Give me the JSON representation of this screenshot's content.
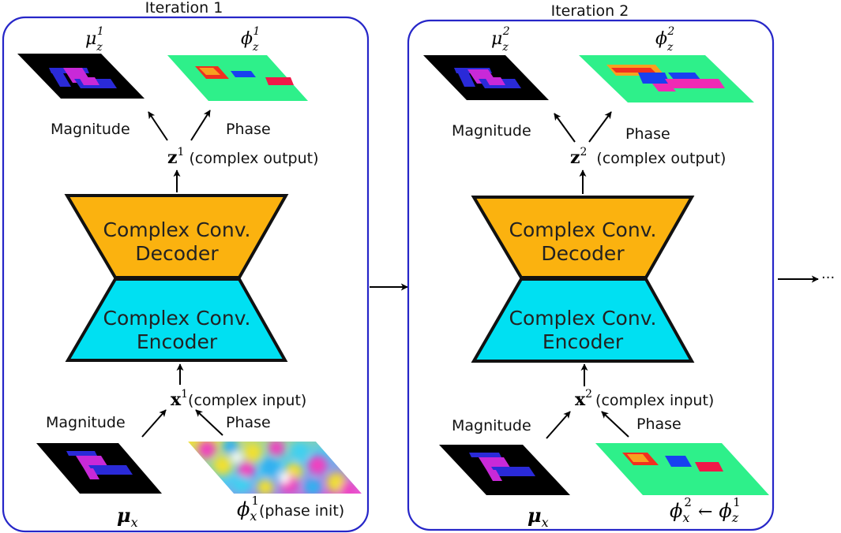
{
  "colors": {
    "frame": "#2626c8",
    "decoder": "#fbb20f",
    "encoder": "#00e0f2",
    "block_border": "#111111",
    "phase_bg": "#2ef08a",
    "mag_bg": "#000000",
    "mag_blue": "#2a2ad8",
    "mag_purple": "#c829d8",
    "phase_blue": "#1840f0",
    "phase_red": "#f01848",
    "phase_magenta": "#f02ab4",
    "phase_orange": "#f88a10"
  },
  "panels": [
    {
      "title": "Iteration 1",
      "mag_out_base": "μ",
      "mag_out_sub": "z",
      "mag_out_sup": "1",
      "phase_out_base": "ϕ",
      "phase_out_sub": "z",
      "phase_out_sup": "1",
      "magnitude_label": "Magnitude",
      "phase_label": "Phase",
      "z_base": "z",
      "z_sup": "1",
      "z_desc": " (complex output)",
      "decoder_line1": "Complex Conv.",
      "decoder_line2": "Decoder",
      "encoder_line1": "Complex Conv.",
      "encoder_line2": "Encoder",
      "x_base": "x",
      "x_sup": "1",
      "x_desc": "(complex input)",
      "in_magnitude_label": "Magnitude",
      "in_phase_label": "Phase",
      "mu_x_base": "μ",
      "mu_x_sub": "x",
      "phase_in_base": "ϕ",
      "phase_in_sub": "x",
      "phase_in_sup": "1",
      "phase_in_desc": "(phase init)",
      "phase_in_arrow": "",
      "phase_in_rhs_base": "",
      "phase_in_rhs_sub": "",
      "phase_in_rhs_sup": ""
    },
    {
      "title": "Iteration 2",
      "mag_out_base": "μ",
      "mag_out_sub": "z",
      "mag_out_sup": "2",
      "phase_out_base": "ϕ",
      "phase_out_sub": "z",
      "phase_out_sup": "2",
      "magnitude_label": "Magnitude",
      "phase_label": "Phase",
      "z_base": "z",
      "z_sup": "2",
      "z_desc": "(complex output)",
      "decoder_line1": "Complex Conv.",
      "decoder_line2": "Decoder",
      "encoder_line1": "Complex Conv.",
      "encoder_line2": "Encoder",
      "x_base": "x",
      "x_sup": "2",
      "x_desc": "(complex input)",
      "in_magnitude_label": "Magnitude",
      "in_phase_label": "Phase",
      "mu_x_base": "μ",
      "mu_x_sub": "x",
      "phase_in_base": "ϕ",
      "phase_in_sub": "x",
      "phase_in_sup": "2",
      "phase_in_desc": "",
      "phase_in_arrow": "←",
      "phase_in_rhs_base": "ϕ",
      "phase_in_rhs_sub": "z",
      "phase_in_rhs_sup": "1"
    }
  ],
  "continuation": "···"
}
